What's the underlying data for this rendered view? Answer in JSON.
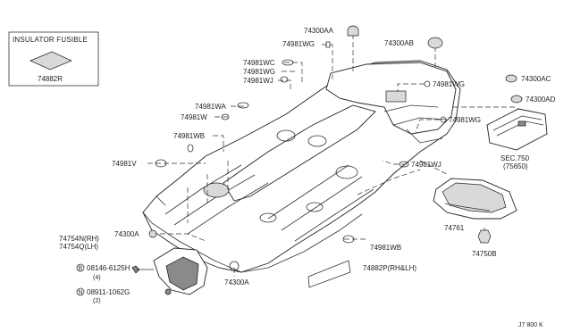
{
  "inset": {
    "title": "INSULATOR FUSIBLE",
    "part": "74882R"
  },
  "labels": {
    "p74300AA": "74300AA",
    "p74300AB": "74300AB",
    "p74300AC": "74300AC",
    "p74300AD": "74300AD",
    "p74981WG_top": "74981WG",
    "p74981WC": "74981WC",
    "p74981WG_mid": "74981WG",
    "p74981WJ_left": "74981WJ",
    "p74981WG_right": "74981WG",
    "p74981WA": "74981WA",
    "p74981W": "74981W",
    "p74981WB": "74981WB",
    "p74981V": "74981V",
    "p74981WG_low": "74981WG",
    "p74981WJ_right": "74981WJ",
    "sec_ref": "SEC.750",
    "sec_sub": "(75650)",
    "p74761": "74761",
    "p74750B": "74750B",
    "p74754N": "74754N(RH)",
    "p74754Q": "74754Q(LH)",
    "p74300A_left": "74300A",
    "p08146": "08146-6125H",
    "p08146_qty": "(4)",
    "p08146_prefix": "B",
    "p08911": "08911-1062G",
    "p08911_qty": "(2)",
    "p08911_prefix": "N",
    "p74300A_bottom": "74300A",
    "p74981WB_bottom": "74981WB",
    "p74882P": "74882P(RH&LH)",
    "footer_code": "J7 800 K"
  }
}
